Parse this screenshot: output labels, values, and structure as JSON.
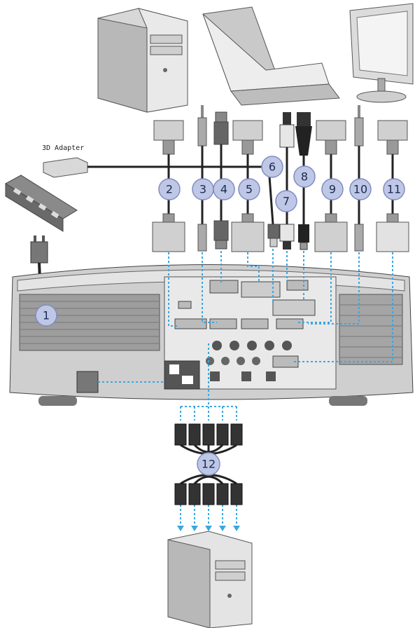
{
  "diagram": {
    "adapter_label": "3D Adapter",
    "callouts": [
      "1",
      "2",
      "3",
      "4",
      "5",
      "6",
      "7",
      "8",
      "9",
      "10",
      "11",
      "12"
    ],
    "colors": {
      "callout_fill": "#bfc7e6",
      "callout_stroke": "#7f8cc0",
      "dashed_link": "#39a7e0",
      "device_grey": "#9a9a9a"
    }
  }
}
